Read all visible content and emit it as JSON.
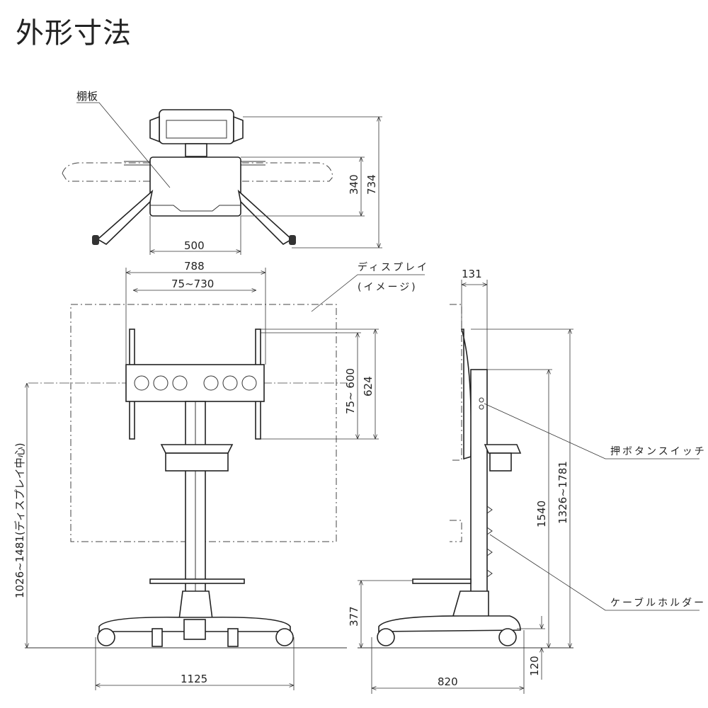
{
  "title": "外形寸法",
  "labels": {
    "shelf": "棚板",
    "display_line1": "ディスプレイ",
    "display_line2": "(イメージ)",
    "push_switch": "押ボタンスイッチ",
    "cable_holder": "ケーブルホルダー"
  },
  "dimensions": {
    "top_depth_body": "340",
    "top_depth_total": "734",
    "top_width_body": "500",
    "front_bracket_width": "788",
    "front_vesa_h": "75~730",
    "front_vesa_v": "75~ 600",
    "front_bracket_height": "624",
    "front_center_height": "1026~1481(ディスプレイ中心)",
    "front_base_width": "1125",
    "side_depth_head": "131",
    "side_height_column": "1540",
    "side_height_total": "1326~1781",
    "side_shelf_height": "377",
    "side_caster_height": "120",
    "side_base_depth": "820"
  }
}
